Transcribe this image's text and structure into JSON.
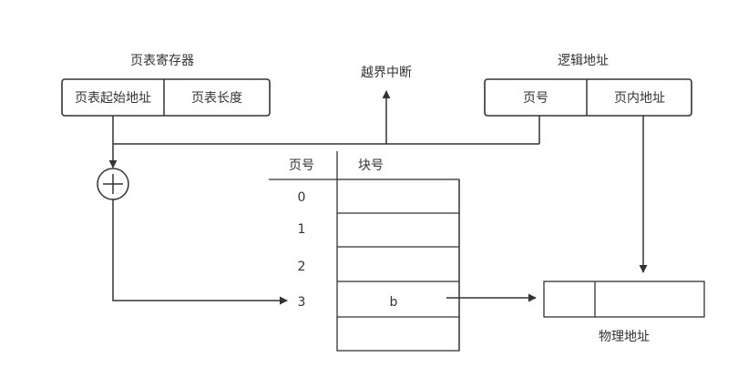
{
  "page_table_register": {
    "title": "页表寄存器",
    "start_address": "页表起始地址",
    "length": "页表长度"
  },
  "overflow_interrupt": "越界中断",
  "logical_address": {
    "title": "逻辑地址",
    "page_number": "页号",
    "in_page_address": "页内地址"
  },
  "page_table": {
    "col_page": "页号",
    "col_block": "块号",
    "rows": [
      {
        "page": "0",
        "block": ""
      },
      {
        "page": "1",
        "block": ""
      },
      {
        "page": "2",
        "block": ""
      },
      {
        "page": "3",
        "block": "b"
      },
      {
        "page": "",
        "block": ""
      }
    ]
  },
  "physical_address": {
    "title": "物理地址"
  },
  "adder_symbol": "plus-in-circle"
}
